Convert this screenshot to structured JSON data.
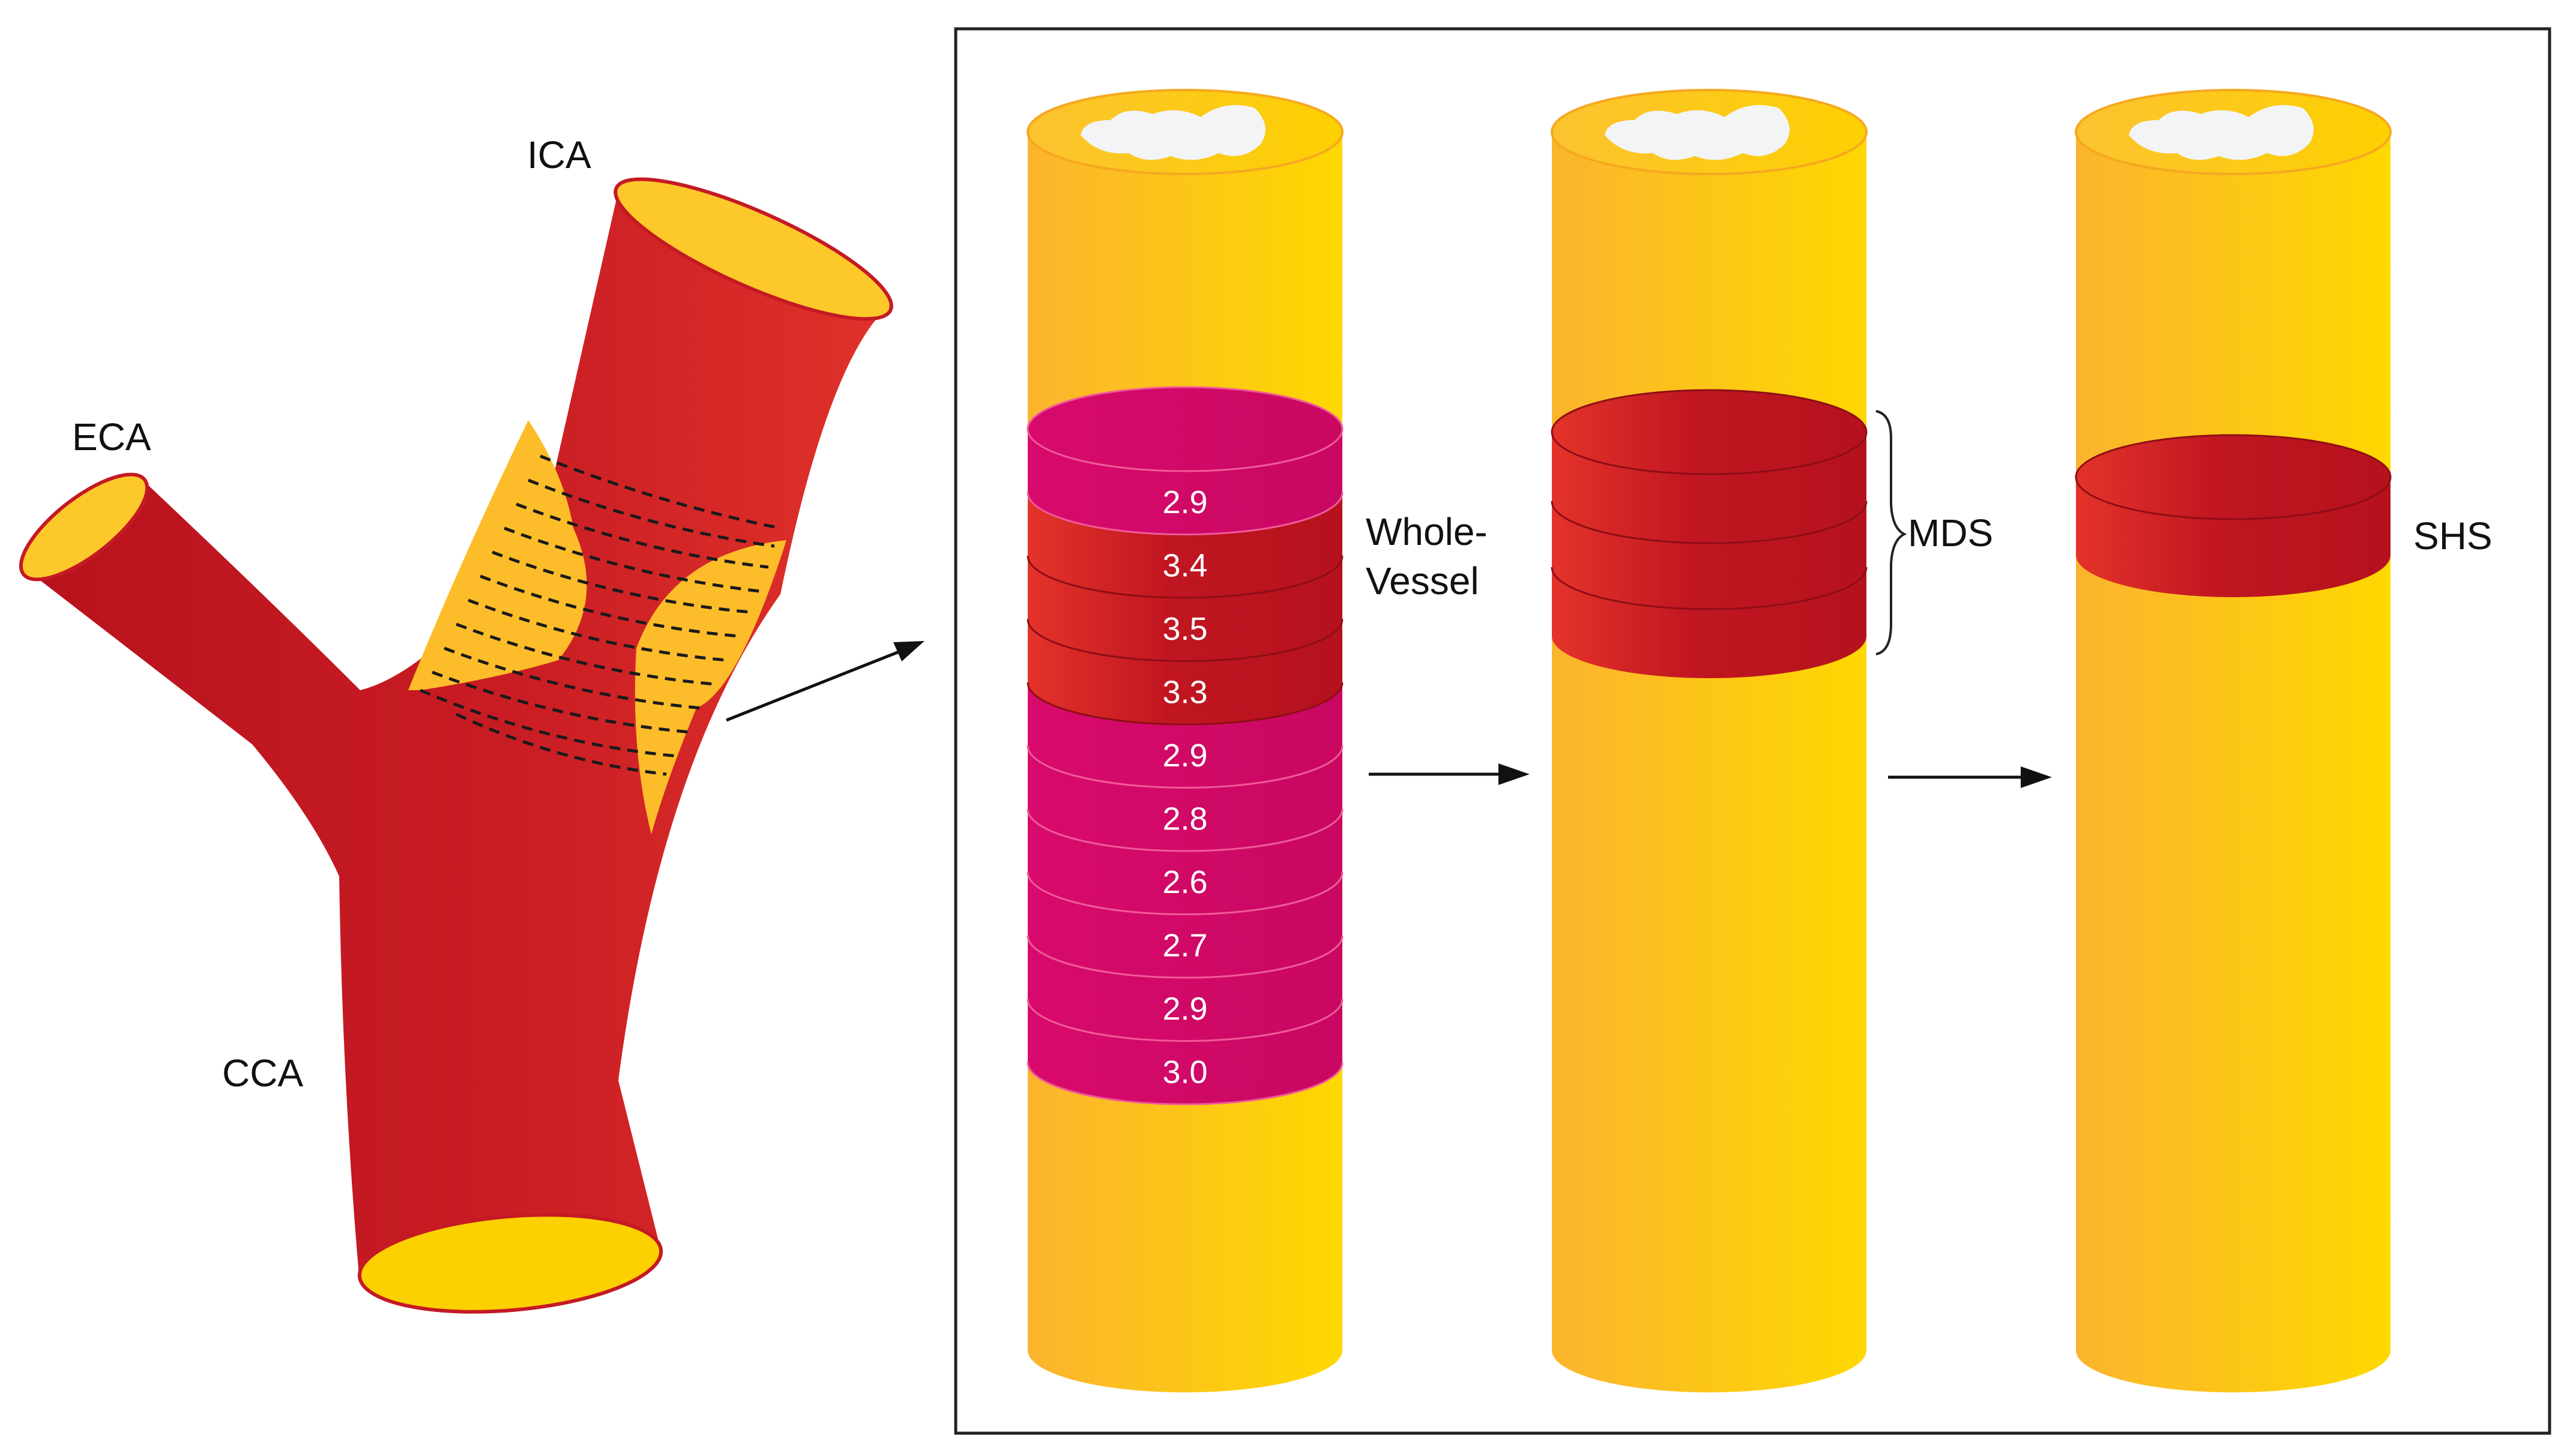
{
  "labels": {
    "ica": "ICA",
    "eca": "ECA",
    "cca": "CCA",
    "whole_vessel_1": "Whole-",
    "whole_vessel_2": "Vessel",
    "mds": "MDS",
    "shs": "SHS"
  },
  "slice_values": [
    "2.9",
    "3.4",
    "3.5",
    "3.3",
    "2.9",
    "2.8",
    "2.6",
    "2.7",
    "2.9",
    "3.0"
  ],
  "slice_highlight": [
    false,
    true,
    true,
    true,
    false,
    false,
    false,
    false,
    false,
    false
  ],
  "colors": {
    "artery_red": "#c41a24",
    "plaque_yellow": "#fdbd2a",
    "vessel_yellow": "#fdd000",
    "slice_magenta": "#d4086a",
    "slice_red": "#c0141e",
    "lumen": "#f2f4f6"
  }
}
